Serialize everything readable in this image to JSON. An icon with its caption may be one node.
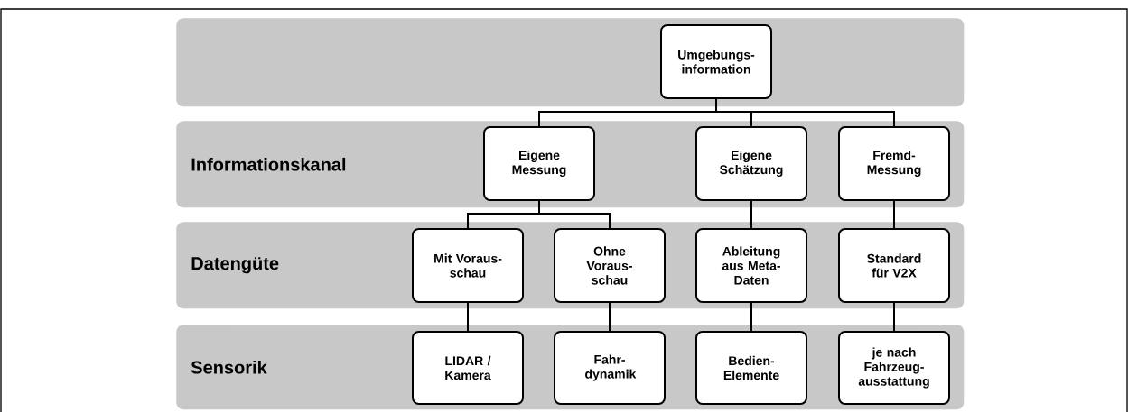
{
  "diagram": {
    "nodes": [
      {
        "text": [],
        "shape": "band"
      },
      {
        "text": [
          "Umgebungs- information"
        ],
        "in": 0
      },
      {
        "text": [
          "Informationskanal"
        ]
      },
      {
        "text": [
          "Eigene Messung"
        ],
        "in": 2
      },
      {
        "text": [
          "Eigene Schätzung"
        ],
        "in": 2
      },
      {
        "text": [
          "Fremd- Messung"
        ],
        "in": 2
      },
      {
        "text": [
          "Datengüte"
        ]
      },
      {
        "text": [
          "Mit Voraus- schau"
        ],
        "in": 6
      },
      {
        "text": [
          "Ohne Voraus- schau"
        ],
        "in": 6
      },
      {
        "text": [
          "Ableitung aus Meta-Daten"
        ],
        "in": 6
      },
      {
        "text": [
          "Standard für V2X"
        ],
        "in": 6
      },
      {
        "text": [
          "Sensorik"
        ]
      },
      {
        "text": [
          "LIDAR / Kamera"
        ],
        "in": 11
      },
      {
        "text": [
          "Fahr- dynamik"
        ],
        "in": 11
      },
      {
        "text": [
          "Bedien- Elemente"
        ],
        "in": 11
      },
      {
        "text": [
          "je nach Fahrzeug- ausstattung"
        ],
        "in": 11
      }
    ],
    "edges": [
      {
        "from": 1,
        "to": 3,
        "arrow": "none"
      },
      {
        "from": 1,
        "to": 4,
        "arrow": "none"
      },
      {
        "from": 1,
        "to": 5,
        "arrow": "none"
      },
      {
        "from": 3,
        "to": 7,
        "arrow": "none"
      },
      {
        "from": 3,
        "to": 8,
        "arrow": "none"
      },
      {
        "from": 4,
        "to": 9,
        "arrow": "none"
      },
      {
        "from": 5,
        "to": 10,
        "arrow": "none"
      },
      {
        "from": 7,
        "to": 12,
        "arrow": "none"
      },
      {
        "from": 8,
        "to": 13,
        "arrow": "none"
      },
      {
        "from": 9,
        "to": 14,
        "arrow": "none"
      },
      {
        "from": 10,
        "to": 15,
        "arrow": "none"
      }
    ]
  }
}
